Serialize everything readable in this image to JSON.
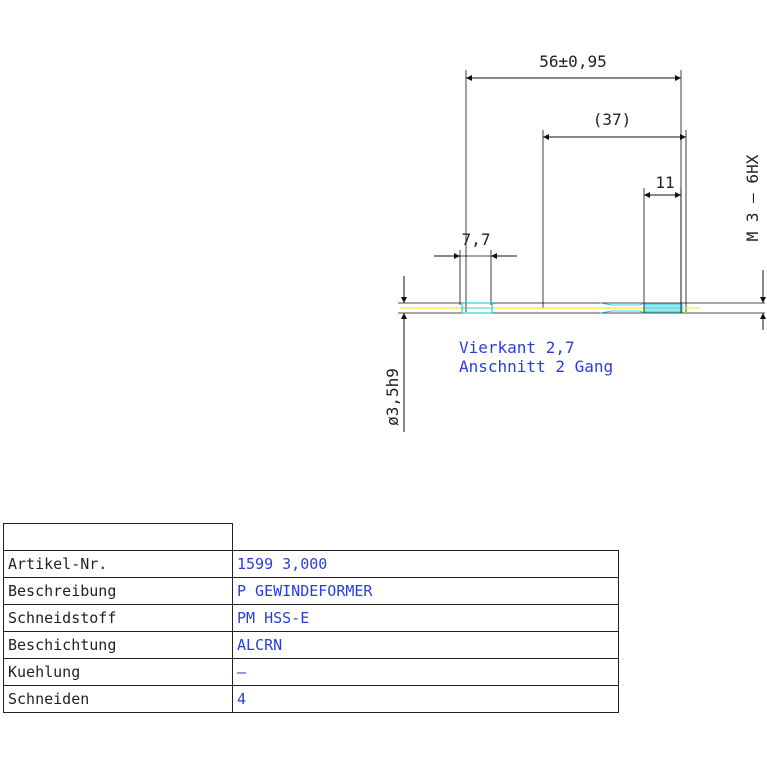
{
  "drawing": {
    "dimensions": {
      "overall_length": "56±0,95",
      "shank_length": "(37)",
      "thread_length": "11",
      "square_length": "7,7",
      "shank_diameter": "ø3,5h9",
      "thread_spec": "M 3 – 6HX"
    },
    "notes": {
      "line1": "Vierkant 2,7",
      "line2": "Anschnitt 2 Gang"
    },
    "colors": {
      "text": "#222222",
      "blue": "#2a3fd1",
      "cyan": "#00c8d6",
      "yellow": "#f2e600"
    }
  },
  "spec_table": {
    "rows": [
      {
        "label": "Artikel-Nr.",
        "value": "1599 3,000"
      },
      {
        "label": "Beschreibung",
        "value": "P GEWINDEFORMER"
      },
      {
        "label": "Schneidstoff",
        "value": "PM HSS-E"
      },
      {
        "label": "Beschichtung",
        "value": "ALCRN"
      },
      {
        "label": "Kuehlung",
        "value": "—"
      },
      {
        "label": "Schneiden",
        "value": "4"
      }
    ]
  }
}
